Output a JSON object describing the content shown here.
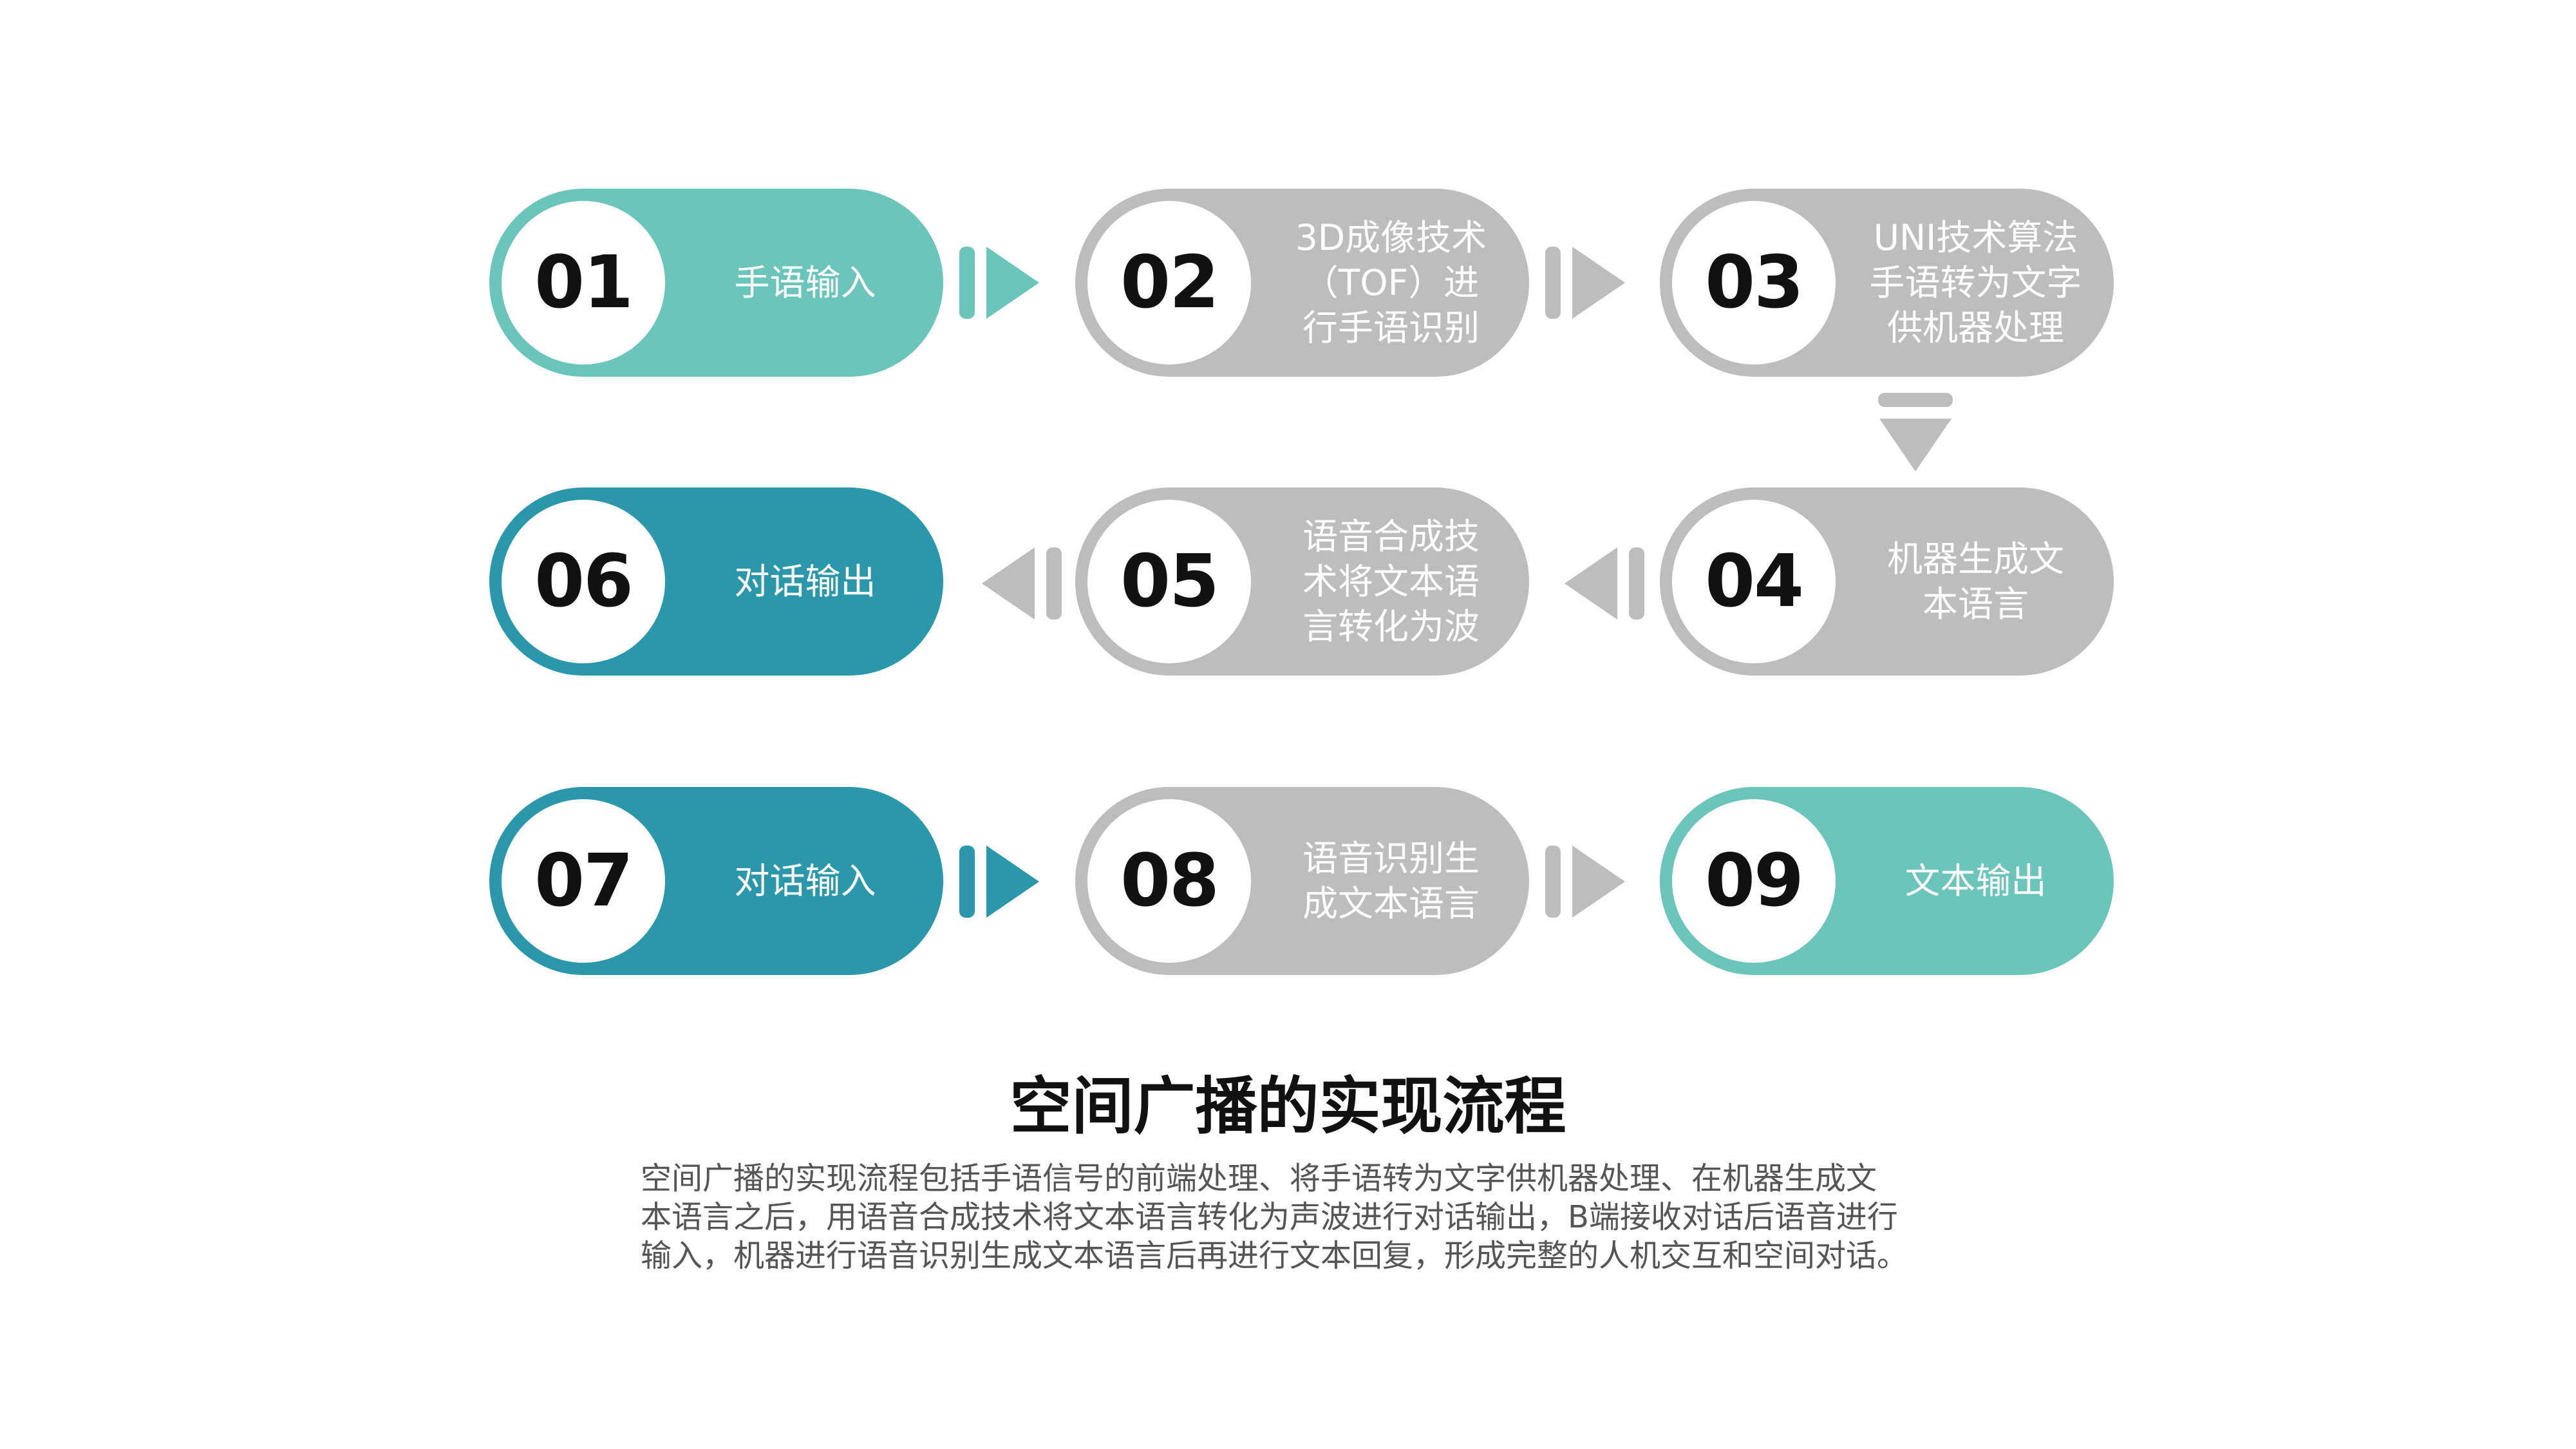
{
  "colors": {
    "teal_light": "#6CC5BA",
    "teal_dark": "#2A97AA",
    "gray": "#BDBDBD",
    "number_text": "#111111",
    "label_text": "#FFFFFF",
    "title_text": "#111111",
    "desc_text": "#555555"
  },
  "steps": [
    {
      "number": "01",
      "lines": [
        "手语输入"
      ],
      "color": "teal_light"
    },
    {
      "number": "02",
      "lines": [
        "3D成像技术",
        "（TOF）进",
        "行手语识别"
      ],
      "color": "gray"
    },
    {
      "number": "03",
      "lines": [
        "UNI技术算法",
        "手语转为文字",
        "供机器处理"
      ],
      "color": "gray"
    },
    {
      "number": "04",
      "lines": [
        "机器生成文",
        "本语言"
      ],
      "color": "gray"
    },
    {
      "number": "05",
      "lines": [
        "语音合成技",
        "术将文本语",
        "言转化为波"
      ],
      "color": "gray"
    },
    {
      "number": "06",
      "lines": [
        "对话输出"
      ],
      "color": "teal_dark"
    },
    {
      "number": "07",
      "lines": [
        "对话输入"
      ],
      "color": "teal_dark"
    },
    {
      "number": "08",
      "lines": [
        "语音识别生",
        "成文本语言"
      ],
      "color": "gray"
    },
    {
      "number": "09",
      "lines": [
        "文本输出"
      ],
      "color": "teal_light"
    }
  ],
  "connectors": [
    {
      "direction": "right",
      "color": "teal_light"
    },
    {
      "direction": "right",
      "color": "gray"
    },
    {
      "direction": "down",
      "color": "gray"
    },
    {
      "direction": "left",
      "color": "gray"
    },
    {
      "direction": "left",
      "color": "gray"
    },
    {
      "direction": "right",
      "color": "teal_dark"
    },
    {
      "direction": "right",
      "color": "gray"
    }
  ],
  "title": "空间广播的实现流程",
  "description": [
    "空间广播的实现流程包括手语信号的前端处理、将手语转为文字供机器处理、在机器生成文",
    "本语言之后，用语音合成技术将文本语言转化为声波进行对话输出，B端接收对话后语音进行",
    "输入，机器进行语音识别生成文本语言后再进行文本回复，形成完整的人机交互和空间对话。"
  ]
}
